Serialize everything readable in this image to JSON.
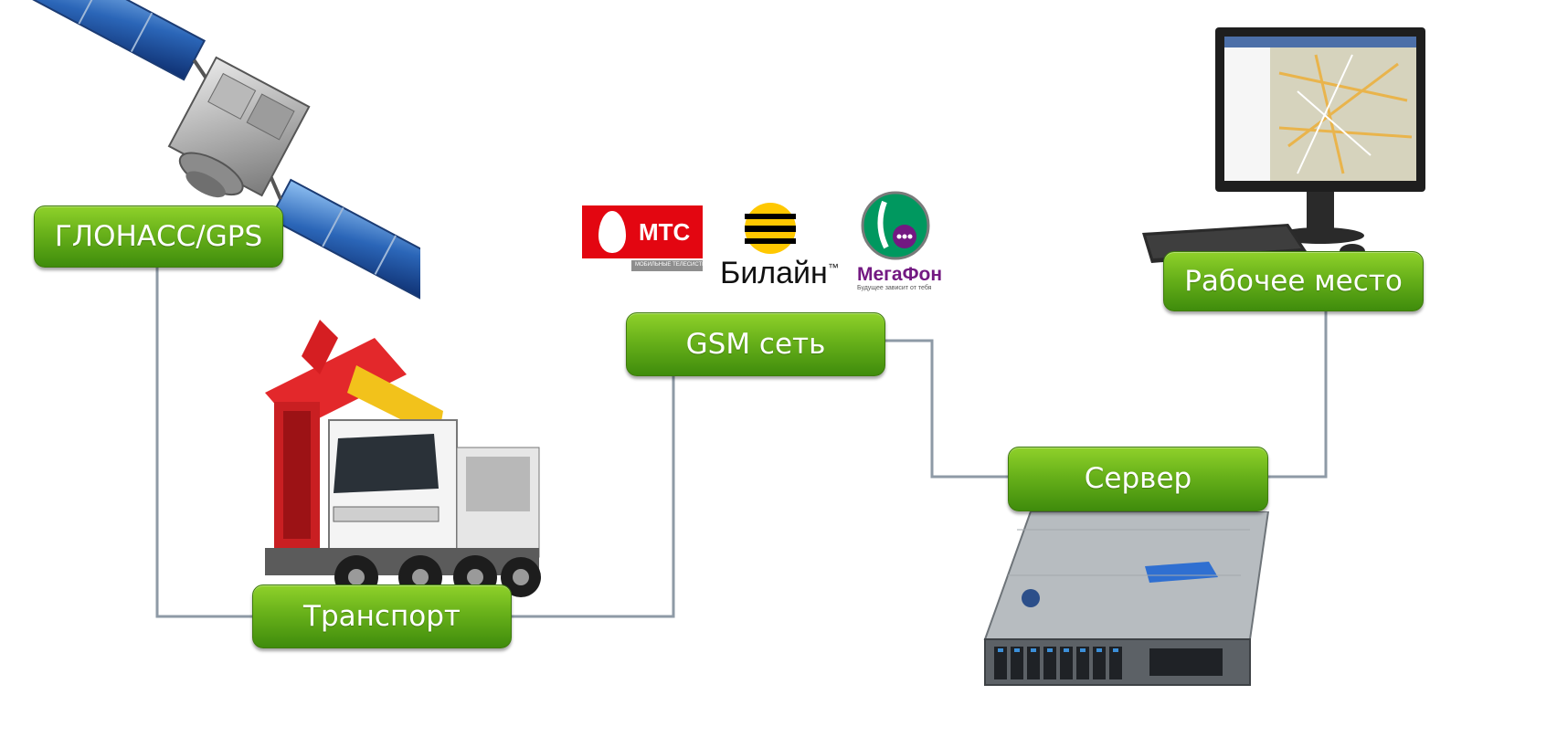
{
  "nodes": {
    "glonass": "ГЛОНАСС/GPS",
    "transport": "Транспорт",
    "gsm": "GSM сеть",
    "server": "Сервер",
    "workstation": "Рабочее место"
  },
  "operators": {
    "mts": {
      "name": "МТС",
      "tagline": "МОБИЛЬНЫЕ ТЕЛЕСИСТЕМЫ"
    },
    "beeline": {
      "name": "Билайн",
      "mark": "™"
    },
    "megafon": {
      "name": "МегаФон",
      "tagline": "Будущее зависит от тебя"
    }
  },
  "colors": {
    "node_green": "#5fae1c",
    "connector": "#8e9aa6",
    "mts_red": "#e30611",
    "beeline_yellow": "#ffc800",
    "megafon_green": "#00985f",
    "megafon_purple": "#731982"
  },
  "icons": [
    "satellite-image",
    "crane-truck-image",
    "desktop-computer-image",
    "rack-server-image"
  ]
}
